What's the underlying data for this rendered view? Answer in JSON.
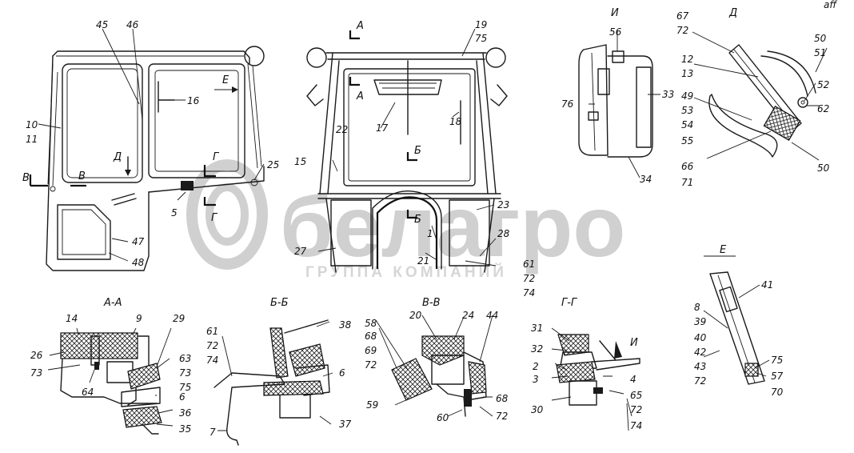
{
  "watermark": {
    "brand": "белагро",
    "subtitle": "ГРУППА КОМПАНИЙ"
  },
  "corner_mark": "aff",
  "views": {
    "section_aa": "А-А",
    "section_bb": "Б-Б",
    "section_vv": "В-В",
    "section_gg": "Г-Г",
    "view_i": "И",
    "view_d": "Д",
    "view_e": "Е"
  },
  "markers": {
    "A": "А",
    "B": "Б",
    "V": "В",
    "G": "Г",
    "D": "Д",
    "E": "Е",
    "I": "И"
  },
  "side_view_labels": [
    "45",
    "46",
    "10",
    "11",
    "16",
    "25",
    "5",
    "47",
    "48"
  ],
  "front_view_labels": [
    "19",
    "75",
    "22",
    "17",
    "18",
    "15",
    "23",
    "28",
    "27",
    "21",
    "1",
    "61",
    "72",
    "74"
  ],
  "view_i_labels": [
    "56",
    "33",
    "76",
    "34"
  ],
  "view_d_labels": [
    "67",
    "72",
    "50",
    "51",
    "12",
    "13",
    "52",
    "62",
    "49",
    "53",
    "54",
    "55",
    "66",
    "71",
    "50"
  ],
  "view_e_labels": [
    "41",
    "8",
    "39",
    "40",
    "42",
    "43",
    "72",
    "75",
    "57",
    "70"
  ],
  "aa_labels": [
    "14",
    "9",
    "29",
    "26",
    "73",
    "63",
    "73",
    "75",
    "64",
    "6",
    "36",
    "35"
  ],
  "bb_labels": [
    "38",
    "61",
    "72",
    "74",
    "6",
    "37",
    "7"
  ],
  "vv_labels": [
    "20",
    "24",
    "44",
    "58",
    "68",
    "69",
    "72",
    "59",
    "60",
    "68",
    "72"
  ],
  "gg_labels": [
    "31",
    "32",
    "2",
    "3",
    "4",
    "30",
    "65",
    "72",
    "74"
  ]
}
